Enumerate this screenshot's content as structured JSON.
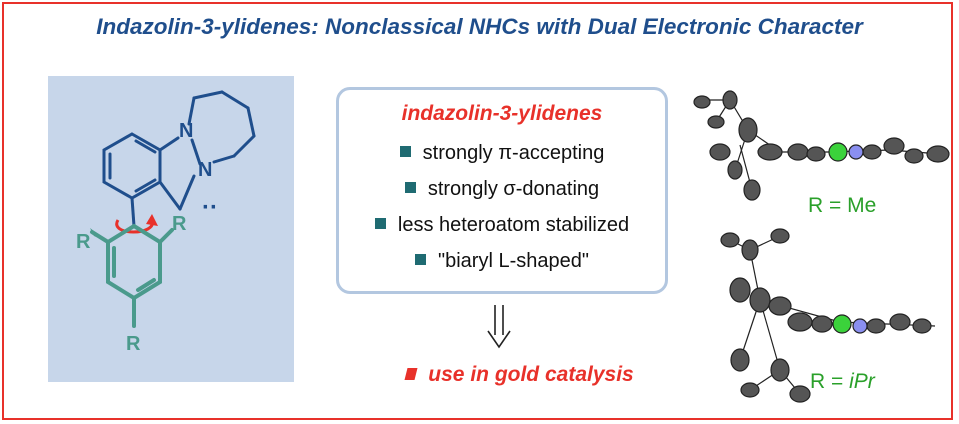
{
  "title": "Indazolin-3-ylidenes: Nonclassical NHCs with Dual Electronic Character",
  "structure": {
    "atoms": {
      "n1": "N",
      "n2": "N",
      "r_left": "R",
      "r_right": "R",
      "r_para": "R",
      "lone_pair": "··"
    }
  },
  "properties": {
    "heading": "indazolin-3-ylidenes",
    "items": [
      "strongly π-accepting",
      "strongly σ-donating",
      "less heteroatom stabilized",
      "\"biaryl L-shaped\""
    ]
  },
  "application": {
    "label": "use in gold catalysis"
  },
  "crystal_structures": [
    {
      "label_prefix": "R = ",
      "label_value": "Me"
    },
    {
      "label_prefix": "R = ",
      "label_value": "iPr"
    }
  ],
  "colors": {
    "title": "#1f4e8c",
    "accent_red": "#e8312a",
    "bullet_teal": "#1f6b72",
    "panel_blue": "#c7d6ea",
    "box_border": "#b3c7e0",
    "aryl_teal": "#4a9a8c",
    "label_green": "#2aa02a"
  }
}
